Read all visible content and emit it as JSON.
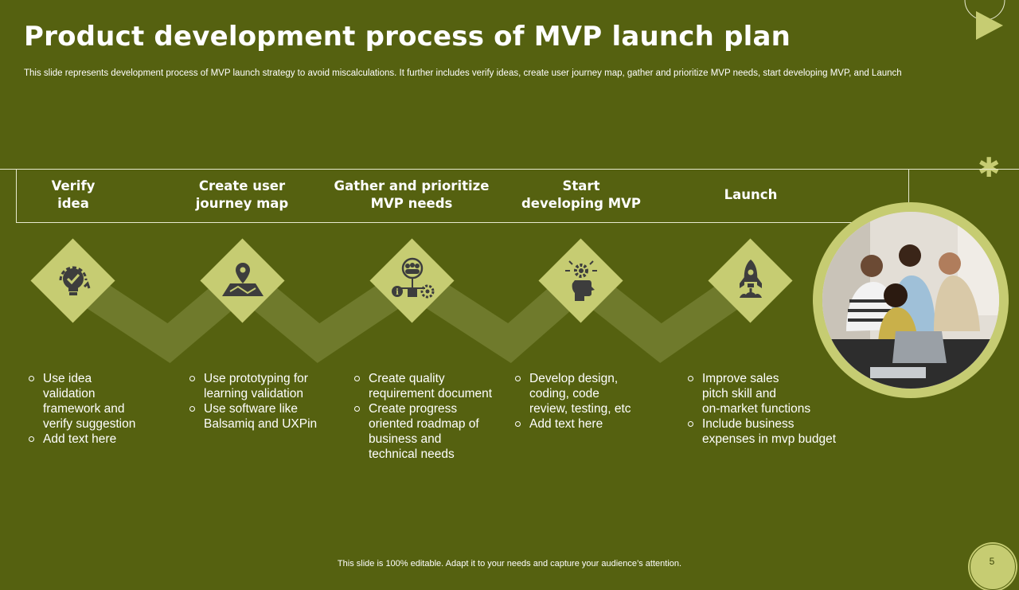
{
  "slide": {
    "title": "Product development process of MVP launch plan",
    "subtitle": "This slide represents development process of MVP  launch strategy to avoid miscalculations. It further includes verify ideas, create user journey map, gather and prioritize MVP  needs, start developing MVP,  and Launch",
    "footer": "This slide is 100% editable. Adapt it to your needs and capture your audience’s attention.",
    "page_number": "5"
  },
  "colors": {
    "background": "#556110",
    "accent": "#c6cc72",
    "zigzag": "#6f7a2c",
    "icon": "#3d3d3d"
  },
  "steps": [
    {
      "title": "Verify\nidea",
      "icon": "lightbulb-check-icon",
      "bullets": [
        "Use idea\nvalidation\nframework and\nverify suggestion",
        "Add text here"
      ]
    },
    {
      "title": "Create user\njourney map",
      "icon": "map-pin-icon",
      "bullets": [
        "Use prototyping for\nlearning validation",
        "Use software like\nBalsamiq and UXPin"
      ]
    },
    {
      "title": "Gather and prioritize\nMVP needs",
      "icon": "team-network-icon",
      "bullets": [
        "Create quality\nrequirement document",
        "Create progress\noriented roadmap of\nbusiness and\ntechnical needs"
      ]
    },
    {
      "title": "Start\ndeveloping MVP",
      "icon": "head-gear-icon",
      "bullets": [
        "Develop design,\ncoding, code\nreview, testing, etc",
        "Add text here"
      ]
    },
    {
      "title": "Launch",
      "icon": "rocket-icon",
      "bullets": [
        "Improve sales\npitch skill and\non-market functions",
        "Include  business\nexpenses in mvp budget"
      ]
    }
  ]
}
